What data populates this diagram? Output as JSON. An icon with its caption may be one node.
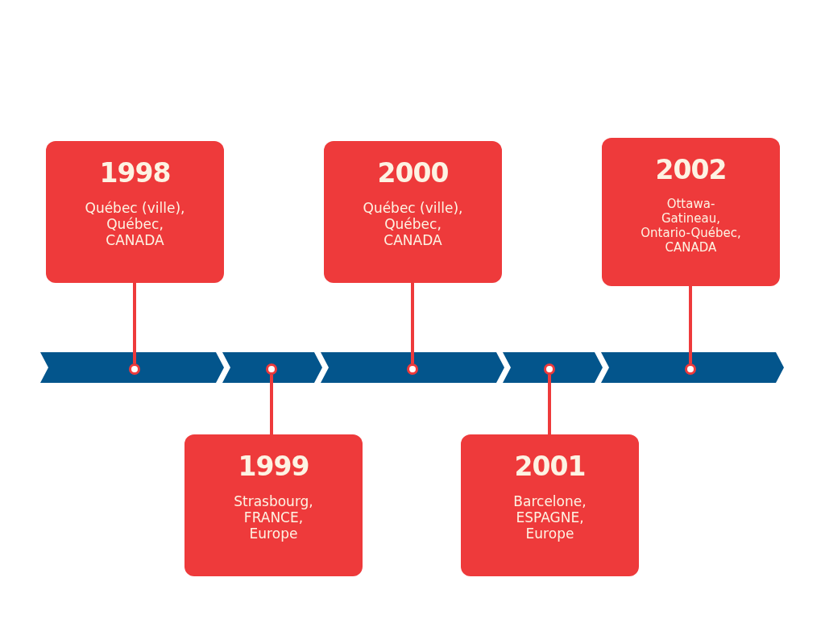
{
  "diagram": {
    "nodes": [
      {
        "text": [
          "1998",
          "Québec (ville), Québec, CANADA"
        ]
      },
      {
        "text": [
          "1999",
          "Strasbourg, FRANCE, Europe"
        ]
      },
      {
        "text": [
          "2000",
          "Québec (ville), Québec, CANADA"
        ]
      },
      {
        "text": [
          "2001",
          "Barcelone, ESPAGNE, Europe"
        ]
      },
      {
        "text": [
          "2002",
          "Ottawa-Gatineau, Ontario-Québec, CANADA"
        ]
      },
      {
        "text": [],
        "shape": "circle"
      },
      {
        "text": [],
        "shape": "circle"
      },
      {
        "text": [],
        "shape": "circle"
      },
      {
        "text": [],
        "shape": "circle"
      },
      {
        "text": [],
        "shape": "circle"
      }
    ],
    "edges": [
      {
        "from": 0,
        "to": 5,
        "arrow": "none"
      },
      {
        "from": 1,
        "to": 6,
        "arrow": "none"
      },
      {
        "from": 2,
        "to": 7,
        "arrow": "none"
      },
      {
        "from": 3,
        "to": 8,
        "arrow": "none"
      },
      {
        "from": 4,
        "to": 9,
        "arrow": "none"
      }
    ]
  }
}
